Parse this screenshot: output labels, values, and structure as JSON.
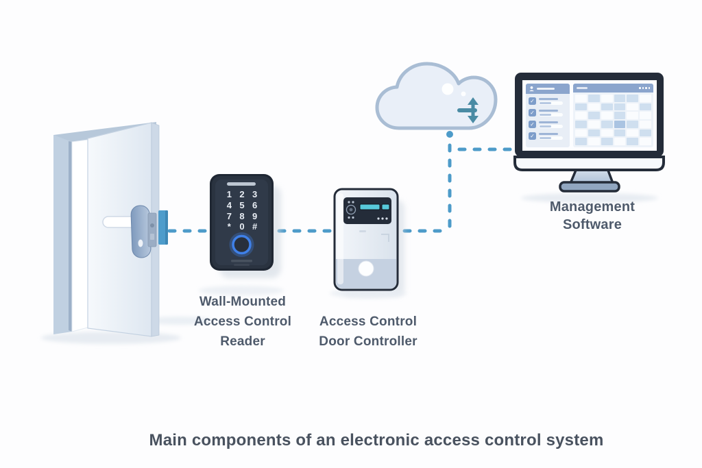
{
  "palette": {
    "background": "#fdfdfe",
    "dash_line": "#4d9bc9",
    "device_dark": "#242c39",
    "teal_display": "#58c9da",
    "fingerprint_glow_blue": "#3f80e8",
    "strike_plate_blue": "#4e9ccb",
    "cloud_fill": "#e9eff8",
    "cloud_stroke": "#a9bdd4",
    "sync_icon_teal": "#4a8ba4",
    "ui_header_blue": "#8ba5cd",
    "label_text": "#4e5a6b",
    "caption_text": "#49525f"
  },
  "icons": {
    "checkmark": "✓"
  },
  "reader": {
    "keypad_keys": [
      "1",
      "2",
      "3",
      "4",
      "5",
      "6",
      "7",
      "8",
      "9",
      "*",
      "0",
      "#"
    ],
    "label_lines": [
      "Wall-Mounted",
      "Access Control",
      "Reader"
    ]
  },
  "controller": {
    "label_lines": [
      "Access Control",
      "Door Controller"
    ]
  },
  "management": {
    "label_lines": [
      "Management",
      "Software"
    ]
  },
  "monitor_ui": {
    "sidebar_rows": [
      "user-entry-1",
      "user-entry-2",
      "user-entry-3",
      "user-entry-4"
    ],
    "grid_cells": [
      "c0",
      "c1",
      "c0",
      "c1",
      "c1",
      "c0",
      "c1",
      "c0",
      "c1",
      "c1",
      "c0",
      "c1",
      "c0",
      "c1",
      "c0",
      "c1",
      "c0",
      "c0",
      "c1",
      "c0",
      "c1",
      "c2",
      "c1",
      "c0",
      "c0",
      "c1",
      "c0",
      "c1",
      "c0",
      "c1",
      "c1",
      "c0",
      "c1",
      "c0",
      "c1",
      "c0"
    ]
  },
  "caption": "Main components of an electronic access control system"
}
